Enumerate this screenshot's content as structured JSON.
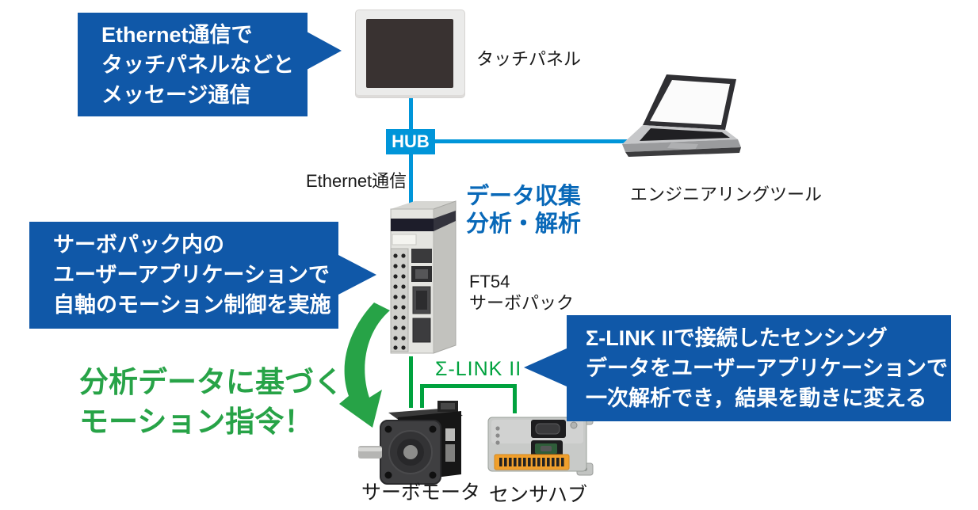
{
  "colors": {
    "callout_blue": "#1058a8",
    "bright_blue": "#0095d9",
    "heading_blue": "#0868b8",
    "highlight_green": "#27a347",
    "line_green": "#00a23e"
  },
  "callouts": {
    "ethernet_messaging": {
      "line1": "Ethernet通信で",
      "line2": "タッチパネルなどと",
      "line3": "メッセージ通信"
    },
    "user_application": {
      "line1": "サーボパック内の",
      "line2": "ユーザーアプリケーションで",
      "line3": "自軸のモーション制御を実施"
    },
    "sigma_link_sensing": {
      "line1": "Σ-LINK IIで接続したセンシング",
      "line2": "データをユーザーアプリケーションで",
      "line3": "一次解析でき，結果を動きに変える"
    }
  },
  "nodes": {
    "touch_panel_label": "タッチパネル",
    "hub_label": "HUB",
    "ethernet_label": "Ethernet通信",
    "engineering_tool_label": "エンジニアリングツール",
    "servopack_model": "FT54",
    "servopack_label": "サーボパック",
    "sigma_link_label": "Σ-LINK II",
    "servo_motor_label": "サーボモータ",
    "sensor_hub_label": "センサハブ"
  },
  "highlights": {
    "data_collection_line1": "データ収集",
    "data_collection_line2": "分析・解析",
    "motion_command_line1": "分析データに基づく",
    "motion_command_line2": "モーション指令！"
  }
}
